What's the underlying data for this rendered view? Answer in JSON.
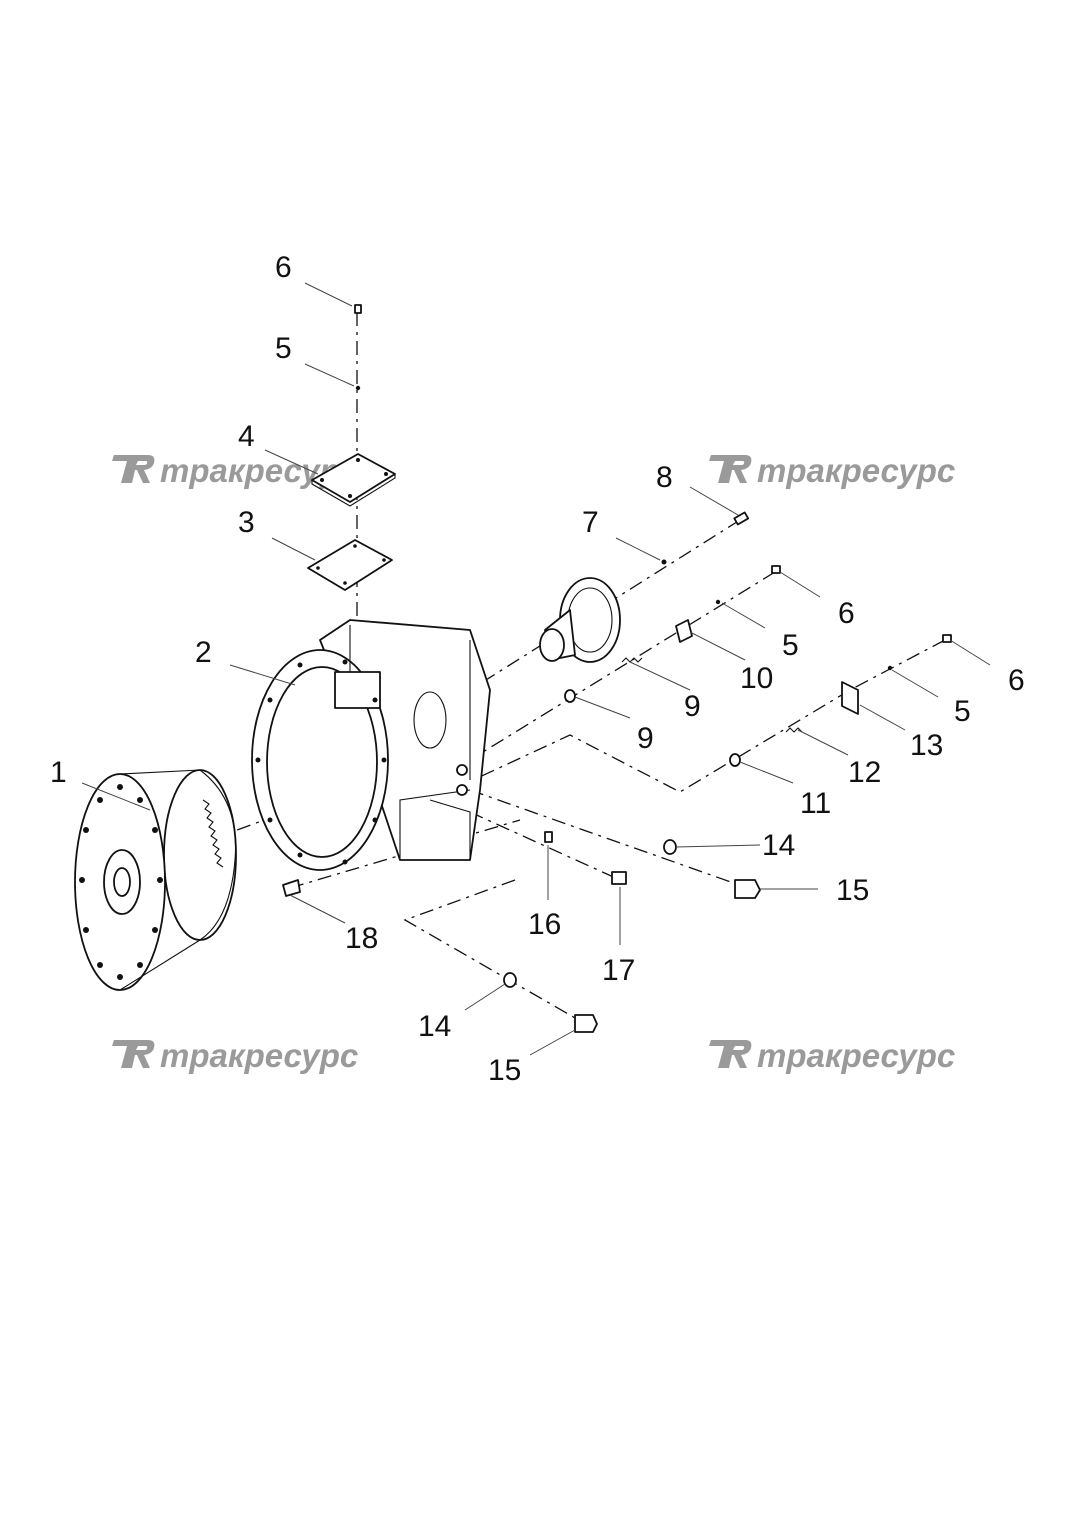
{
  "watermark": {
    "text": "тракресурс",
    "logo": "TR-logo",
    "color": "#9a9a9a"
  },
  "callouts": [
    {
      "id": "c1",
      "label": "1"
    },
    {
      "id": "c2",
      "label": "2"
    },
    {
      "id": "c3",
      "label": "3"
    },
    {
      "id": "c4",
      "label": "4"
    },
    {
      "id": "c5a",
      "label": "5"
    },
    {
      "id": "c5b",
      "label": "5"
    },
    {
      "id": "c5c",
      "label": "5"
    },
    {
      "id": "c6a",
      "label": "6"
    },
    {
      "id": "c6b",
      "label": "6"
    },
    {
      "id": "c6c",
      "label": "6"
    },
    {
      "id": "c7",
      "label": "7"
    },
    {
      "id": "c8",
      "label": "8"
    },
    {
      "id": "c9a",
      "label": "9"
    },
    {
      "id": "c9b",
      "label": "9"
    },
    {
      "id": "c10",
      "label": "10"
    },
    {
      "id": "c11",
      "label": "11"
    },
    {
      "id": "c12",
      "label": "12"
    },
    {
      "id": "c13",
      "label": "13"
    },
    {
      "id": "c14a",
      "label": "14"
    },
    {
      "id": "c14b",
      "label": "14"
    },
    {
      "id": "c15a",
      "label": "15"
    },
    {
      "id": "c15b",
      "label": "15"
    },
    {
      "id": "c16",
      "label": "16"
    },
    {
      "id": "c17",
      "label": "17"
    },
    {
      "id": "c18",
      "label": "18"
    }
  ]
}
